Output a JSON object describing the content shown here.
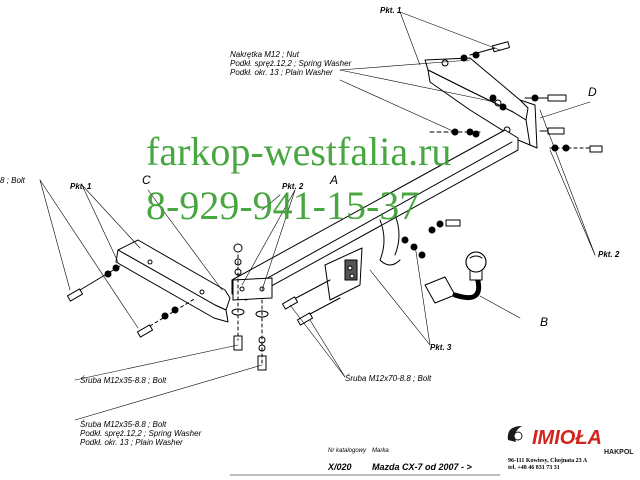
{
  "labels": {
    "nut_block": [
      "Nakrętka  M12 ; Nut",
      "Podkł. spręż.12,2 ; Spring Washer",
      "Podkł. okr. 13 ; Plain Washer"
    ],
    "pkt1_top": "Pkt. 1",
    "pkt1_left": "Pkt. 1",
    "pkt2_center": "Pkt. 2",
    "pkt2_right": "Pkt. 2",
    "pkt3": "Pkt. 3",
    "letter_d": "D",
    "letter_c": "C",
    "letter_a": "A",
    "letter_b": "B",
    "bolt_left": "8 ;  Bolt",
    "bolt_m12x35": "Śruba M12x35-8.8 ;  Bolt",
    "bolt_m12x70": "Śruba M12x70-8.8 ;  Bolt",
    "bolt_block": [
      "Śruba M12x35-8.8 ;  Bolt",
      "Podkł. spręż.12,2 ; Spring Washer",
      "Podkł. okr. 13 ; Plain Washer"
    ]
  },
  "watermark": {
    "site": "farkop-westfalia.ru",
    "phone": "8-929-941-15-37",
    "color": "#3aa032"
  },
  "title_block": {
    "catalog_label": "Nr katalogowy",
    "brand_label": "Marka",
    "catalog_value": "X/020",
    "brand_value": "Mazda CX-7    od   2007 - >"
  },
  "company": {
    "logo_text": "IMIOŁA",
    "logo_sub": "HAKPOL",
    "logo_color": "#d2231c",
    "address": "96-111 Kowiesy, Chojnata 23 A",
    "phone": "tel. +48 46 831 73 31"
  }
}
